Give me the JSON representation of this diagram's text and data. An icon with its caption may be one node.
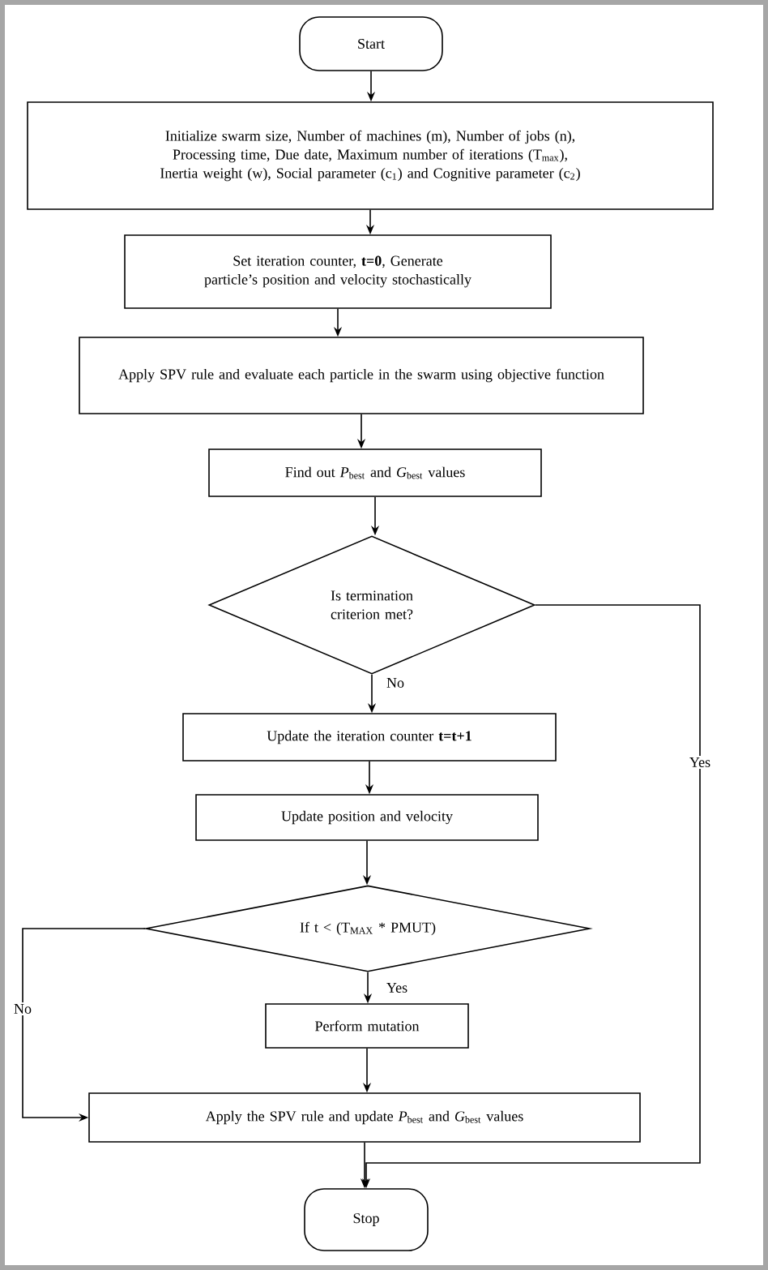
{
  "diagram": {
    "nodes": [
      {
        "text": [
          "Start"
        ]
      },
      {
        "text": [
          "Initialize swarm size, Number of machines (m), Number of jobs (n), Processing time, Due date, Maximum number of iterations (T$_{max}$), Inertia weight (w), Social parameter (c$_{1}$) and Cognitive parameter (c$_{2}$)"
        ]
      },
      {
        "text": [
          "Set iteration counter, **t=0**, Generate particle’s position and velocity stochastically"
        ]
      },
      {
        "text": [
          "Apply SPV rule and evaluate each particle in the swarm using objective function"
        ]
      },
      {
        "text": [
          "Find out *P*$_{best}$ and *G*$_{best}$ values"
        ]
      },
      {
        "text": [
          "Is termination criterion met?"
        ]
      },
      {
        "text": [
          "Update the iteration counter **t=t+1**"
        ]
      },
      {
        "text": [
          "Update position and velocity"
        ]
      },
      {
        "text": [
          "If t < (T$_{MAX}$ * PMUT)"
        ]
      },
      {
        "text": [
          "Perform mutation"
        ]
      },
      {
        "text": [
          "Apply the SPV rule and update *P*$_{best}$ and *G*$_{best}$ values"
        ]
      },
      {
        "text": [
          "Stop"
        ]
      }
    ],
    "edges": [
      {
        "from": 0,
        "to": 1,
        "arrow": "to"
      },
      {
        "from": 1,
        "to": 2,
        "arrow": "to"
      },
      {
        "from": 2,
        "to": 3,
        "arrow": "to"
      },
      {
        "from": 3,
        "to": 4,
        "arrow": "to"
      },
      {
        "from": 4,
        "to": 5,
        "arrow": "to"
      },
      {
        "from": 5,
        "to": 6,
        "arrow": "to",
        "label": "No"
      },
      {
        "from": 6,
        "to": 7,
        "arrow": "to"
      },
      {
        "from": 7,
        "to": 8,
        "arrow": "to"
      },
      {
        "from": 8,
        "to": 9,
        "arrow": "to",
        "label": "Yes"
      },
      {
        "from": 8,
        "to": 10,
        "arrow": "to",
        "label": "No"
      },
      {
        "from": 9,
        "to": 10,
        "arrow": "to"
      },
      {
        "from": 5,
        "to": 11,
        "arrow": "to",
        "label": "Yes"
      },
      {
        "from": 10,
        "to": 11,
        "arrow": "to"
      }
    ]
  }
}
